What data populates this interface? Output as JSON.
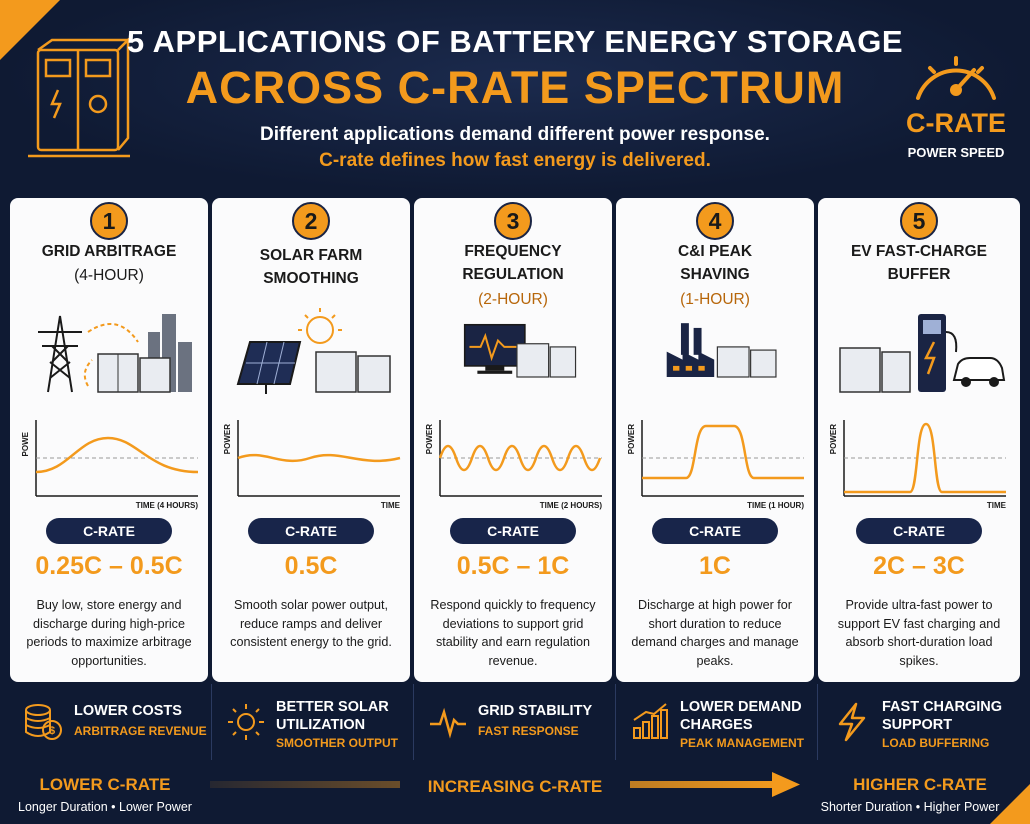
{
  "header": {
    "title_line1": "5 APPLICATIONS OF BATTERY ENERGY STORAGE",
    "title_line2": "ACROSS C-RATE SPECTRUM",
    "subtitle_line1": "Different applications demand different power response.",
    "subtitle_line2": "C-rate defines how fast energy is delivered.",
    "gauge_title": "C-RATE",
    "gauge_sub": "POWER SPEED"
  },
  "colors": {
    "accent": "#f39a1d",
    "navy": "#0f1a33",
    "card": "#fbfbfc"
  },
  "cards": [
    {
      "num": "1",
      "title": "GRID ARBITRAGE",
      "sub": "(4-HOUR)",
      "y_label": "POWE",
      "x_label": "TIME (4 HOURS)",
      "pill": "C-RATE",
      "rate": "0.25C – 0.5C",
      "desc": "Buy low, store energy and discharge during high-price periods to maximize arbitrage opportunities.",
      "icon": "transmission-tower-icon"
    },
    {
      "num": "2",
      "title": "SOLAR FARM SMOOTHING",
      "sub": "",
      "y_label": "POWER",
      "x_label": "TIME",
      "pill": "C-RATE",
      "rate": "0.5C",
      "desc": "Smooth solar power output, reduce ramps and deliver consistent energy to the grid.",
      "icon": "solar-panel-icon"
    },
    {
      "num": "3",
      "title": "FREQUENCY REGULATION",
      "sub": "(2-HOUR)",
      "y_label": "POWER",
      "x_label": "TIME (2 HOURS)",
      "pill": "C-RATE",
      "rate": "0.5C – 1C",
      "desc": "Respond quickly to frequency deviations to support grid stability and earn regulation revenue.",
      "icon": "monitor-icon"
    },
    {
      "num": "4",
      "title": "C&I PEAK SHAVING",
      "sub": "(1-HOUR)",
      "y_label": "POWER",
      "x_label": "TIME (1 HOUR)",
      "pill": "C-RATE",
      "rate": "1C",
      "desc": "Discharge at high power for short duration to reduce demand charges and manage peaks.",
      "icon": "factory-icon"
    },
    {
      "num": "5",
      "title": "EV FAST-CHARGE BUFFER",
      "sub": "",
      "y_label": "POWER",
      "x_label": "TIME",
      "pill": "C-RATE",
      "rate": "2C – 3C",
      "desc": "Provide ultra-fast power to support EV fast charging and absorb short-duration load spikes.",
      "icon": "ev-charger-icon"
    }
  ],
  "benefits": [
    {
      "title": "LOWER COSTS",
      "sub": "ARBITRAGE REVENUE",
      "icon": "coins-icon"
    },
    {
      "title": "BETTER SOLAR UTILIZATION",
      "sub": "SMOOTHER OUTPUT",
      "icon": "sun-icon"
    },
    {
      "title": "GRID STABILITY",
      "sub": "FAST RESPONSE",
      "icon": "pulse-icon"
    },
    {
      "title": "LOWER DEMAND CHARGES",
      "sub": "PEAK MANAGEMENT",
      "icon": "bar-chart-icon"
    },
    {
      "title": "FAST CHARGING SUPPORT",
      "sub": "LOAD BUFFERING",
      "icon": "lightning-icon"
    }
  ],
  "footer": {
    "left_title": "LOWER C-RATE",
    "left_sub": "Longer Duration  •  Lower Power",
    "middle": "INCREASING C-RATE",
    "right_title": "HIGHER C-RATE",
    "right_sub": "Shorter Duration  •  Higher Power"
  }
}
